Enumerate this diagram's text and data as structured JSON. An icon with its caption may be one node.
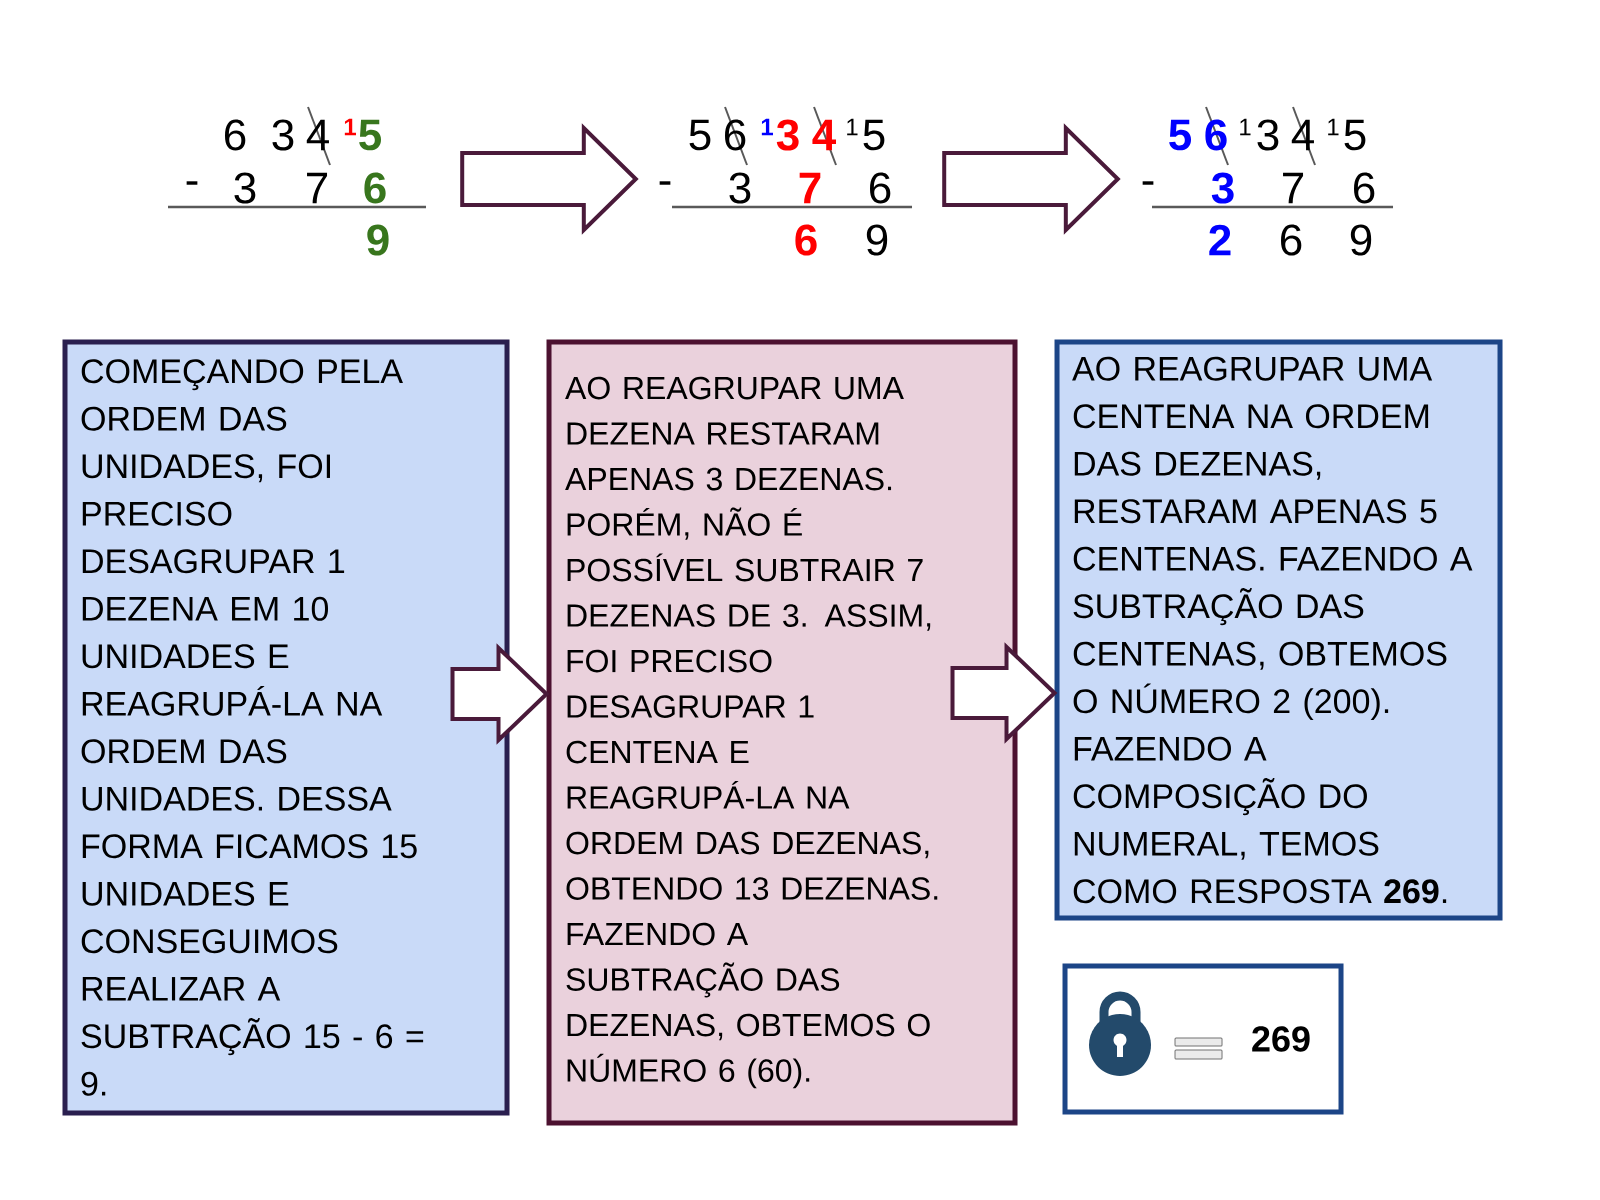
{
  "diagram": {
    "nodes": [
      {
        "text": [
          "6",
          "3",
          "4",
          "1",
          "5",
          "-",
          "3",
          "7",
          "6",
          "9"
        ]
      },
      {
        "text": [
          "5",
          "6",
          "1",
          "3",
          "4",
          "1",
          "5",
          "-",
          "3",
          "7",
          "6",
          "6",
          "9"
        ]
      },
      {
        "text": [
          "5",
          "6",
          "1",
          "3",
          "4",
          "1",
          "5",
          "-",
          "3",
          "7",
          "6",
          "2",
          "6",
          "9"
        ]
      },
      {
        "text": [
          "COMEÇANDO PELA ORDEM DAS UNIDADES, FOI PRECISO DESAGRUPAR 1 DEZENA EM 10 UNIDADES E REAGRUPÁ-LA NA ORDEM DAS UNIDADES. DESSA FORMA FICAMOS 15 UNIDADES E CONSEGUIMOS REALIZAR A SUBTRAÇÃO 15 - 6 = 9."
        ]
      },
      {
        "text": [
          "AO REAGRUPAR UMA DEZENA RESTARAM APENAS 3 DEZENAS. PORÉM, NÃO É POSSÍVEL SUBTRAIR 7 DEZENAS DE 3. ASSIM, FOI PRECISO DESAGRUPAR 1 CENTENA E REAGRUPÁ-LA NA ORDEM DAS DEZENAS, OBTENDO 13 DEZENAS. FAZENDO A SUBTRAÇÃO DAS DEZENAS, OBTEMOS O NÚMERO 6 (60)."
        ]
      },
      {
        "text": [
          "AO REAGRUPAR UMA CENTENA NA ORDEM DAS DEZENAS, RESTARAM APENAS 5 CENTENAS.  FAZENDO A SUBTRAÇÃO DAS CENTENAS, OBTEMOS O NÚMERO 2 (200). FAZENDO A COMPOSIÇÃO DO NUMERAL, TEMOS COMO RESPOSTA **269**."
        ]
      },
      {
        "text": [
          "269"
        ]
      }
    ],
    "edges": [
      {
        "from": 0,
        "to": 1,
        "arrow": "to"
      },
      {
        "from": 1,
        "to": 2,
        "arrow": "to"
      },
      {
        "from": 3,
        "to": 4,
        "arrow": "to"
      },
      {
        "from": 4,
        "to": 5,
        "arrow": "to"
      }
    ]
  }
}
